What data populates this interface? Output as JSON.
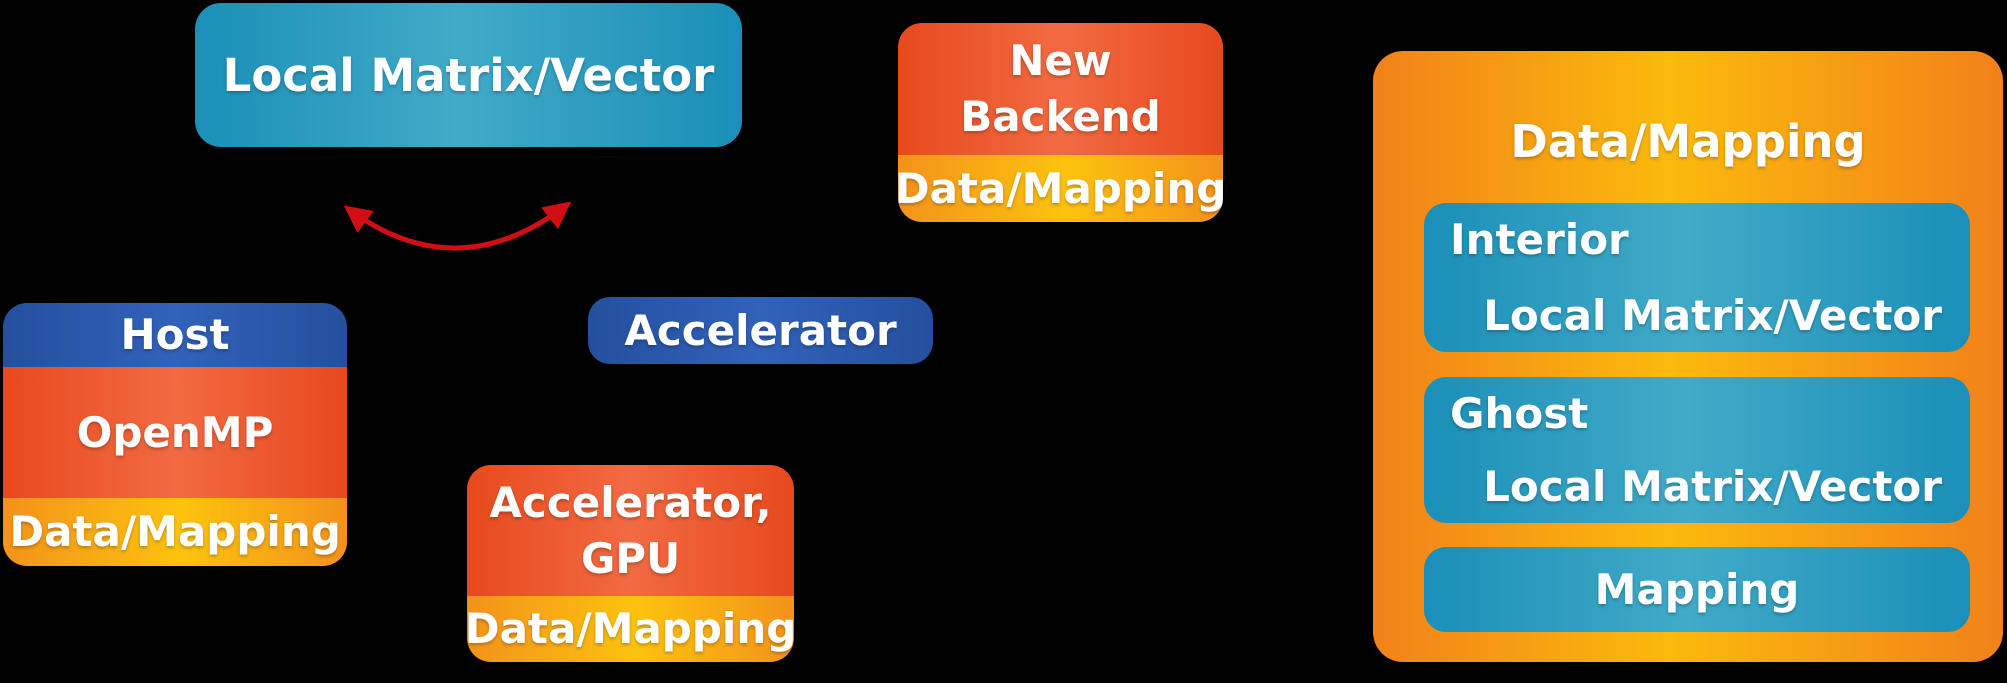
{
  "background": "#000000",
  "colors": {
    "teal_edge": "#1b8fb8",
    "teal_mid": "#41aac8",
    "orange_edge": "#f2811a",
    "orange_mid": "#fbba0c",
    "strip_edge": "#f4921b",
    "strip_mid": "#fcc30d",
    "red_edge": "#e8491e",
    "red_mid": "#f26a42",
    "blue_edge": "#254f9e",
    "blue_mid": "#3162ba",
    "arrow_red": "#d10e15",
    "text": "#ffffff"
  },
  "nodes": {
    "local_matrix_vector": {
      "label": "Local Matrix/Vector"
    },
    "new_backend": {
      "line1": "New",
      "line2": "Backend",
      "footer": "Data/Mapping"
    },
    "host_stack": {
      "header": "Host",
      "body": "OpenMP",
      "footer": "Data/Mapping"
    },
    "accelerator": {
      "label": "Accelerator"
    },
    "accelerator_gpu": {
      "line1": "Accelerator,",
      "line2": "GPU",
      "footer": "Data/Mapping"
    },
    "data_mapping_container": {
      "title": "Data/Mapping",
      "interior": {
        "label": "Interior",
        "sublabel": "Local Matrix/Vector"
      },
      "ghost": {
        "label": "Ghost",
        "sublabel": "Local Matrix/Vector"
      },
      "mapping": {
        "label": "Mapping"
      }
    }
  }
}
